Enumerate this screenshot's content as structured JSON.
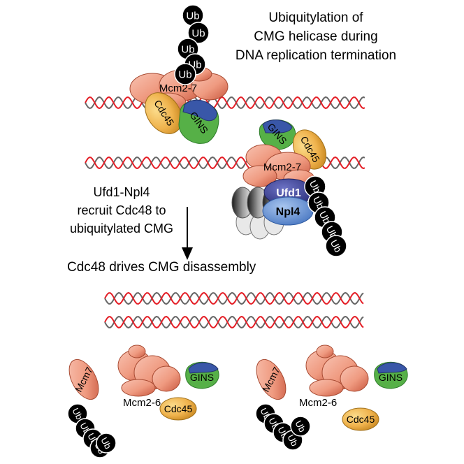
{
  "title": {
    "line1": "Ubiquitylation of",
    "line2": "CMG helicase during",
    "line3": "DNA replication termination"
  },
  "side_note": {
    "line1": "Ufd1-Npl4",
    "line2": "recruit Cdc48 to",
    "line3": "ubiquitylated CMG"
  },
  "step_heading": "Cdc48 drives CMG disassembly",
  "labels": {
    "ub": "Ub",
    "mcm27": "Mcm2-7",
    "cdc45": "Cdc45",
    "gins": "GINS",
    "ufd1": "Ufd1",
    "npl4": "Npl4",
    "mcm7": "Mcm7",
    "mcm26": "Mcm2-6"
  },
  "colors": {
    "dna_red": "#e41e26",
    "dna_grey": "#666666",
    "mcm": "#f3a18a",
    "cdc45": "#f0b85a",
    "gins_green": "#56b047",
    "gins_blue": "#3957a8",
    "ufd1": "#3b3f97",
    "npl4": "#5b8bd1",
    "ub": "#000000"
  }
}
